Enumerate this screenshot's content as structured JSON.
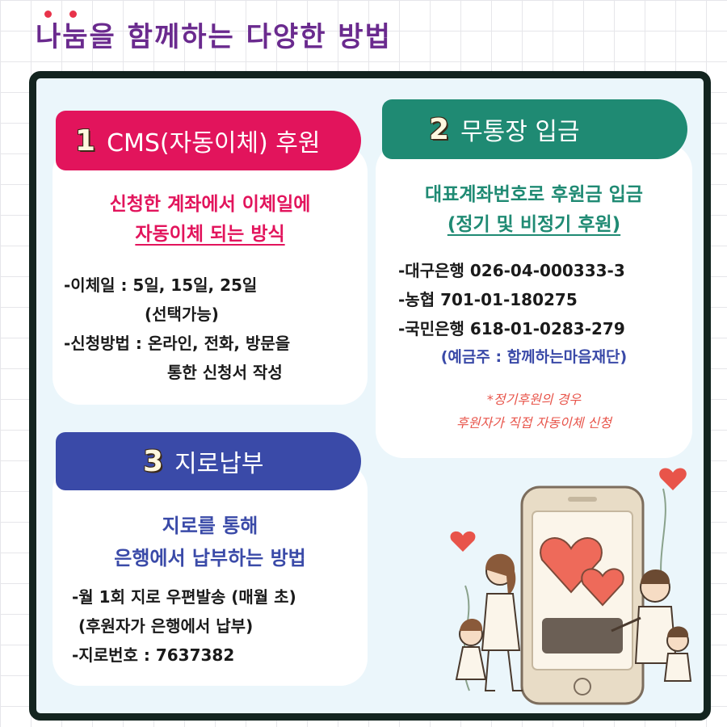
{
  "title": "나눔을 함께하는 다양한 방법",
  "colors": {
    "pink": "#e2145c",
    "teal": "#1f8a73",
    "navy": "#3a4aa8",
    "title_purple": "#6a2a8e",
    "note_orange": "#e8544a"
  },
  "methods": [
    {
      "number": "1",
      "title": "CMS(자동이체) 후원",
      "headline_1": "신청한 계좌에서 이체일에",
      "headline_2": "자동이체 되는 방식",
      "lines": [
        "-이체일 : 5일, 15일, 25일",
        "(선택가능)",
        "-신청방법 : 온라인, 전화, 방문을",
        "통한 신청서 작성"
      ]
    },
    {
      "number": "2",
      "title": "무통장 입금",
      "headline_1": "대표계좌번호로 후원금 입금",
      "headline_2": "(정기 및 비정기 후원)",
      "lines": [
        "-대구은행 026-04-000333-3",
        "-농협 701-01-180275",
        "-국민은행 618-01-0283-279"
      ],
      "holder": "(예금주 : 함께하는마음재단)",
      "note_1": "*정기후원의 경우",
      "note_2": "후원자가 직접 자동이체 신청"
    },
    {
      "number": "3",
      "title": "지로납부",
      "headline_1": "지로를 통해",
      "headline_2": "은행에서 납부하는 방법",
      "lines": [
        "-월 1회 지로 우편발송 (매월 초)",
        "(후원자가 은행에서 납부)",
        "-지로번호 :  7637382"
      ]
    }
  ]
}
